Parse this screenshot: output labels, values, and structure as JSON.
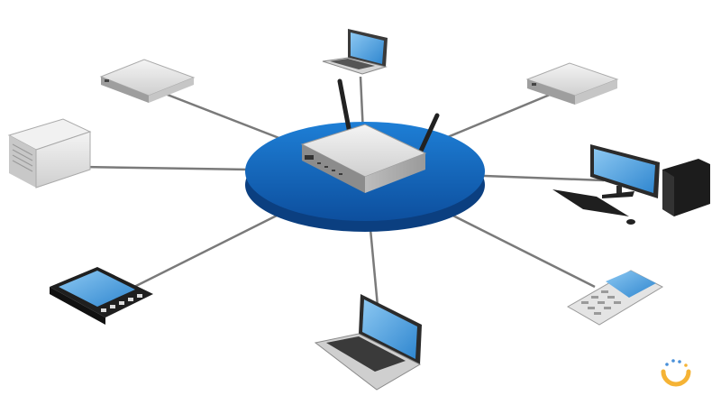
{
  "diagram": {
    "hub": {
      "kind": "wireless-router",
      "platform_color": "#1565c0"
    },
    "nodes": [
      {
        "id": "laptop-top",
        "kind": "laptop"
      },
      {
        "id": "switch-top-right",
        "kind": "network-box"
      },
      {
        "id": "desktop-pc",
        "kind": "desktop-computer"
      },
      {
        "id": "phone",
        "kind": "mobile-phone"
      },
      {
        "id": "laptop-bottom",
        "kind": "laptop"
      },
      {
        "id": "tablet",
        "kind": "tablet"
      },
      {
        "id": "server",
        "kind": "server-box"
      },
      {
        "id": "switch-top-left",
        "kind": "network-box"
      }
    ],
    "link_color": "#7a7a7a",
    "screen_color": "#4fa3e0"
  },
  "logo": {
    "icon": "loading-ring-icon",
    "color": "#f5b335",
    "dot_color": "#4a90d9"
  }
}
